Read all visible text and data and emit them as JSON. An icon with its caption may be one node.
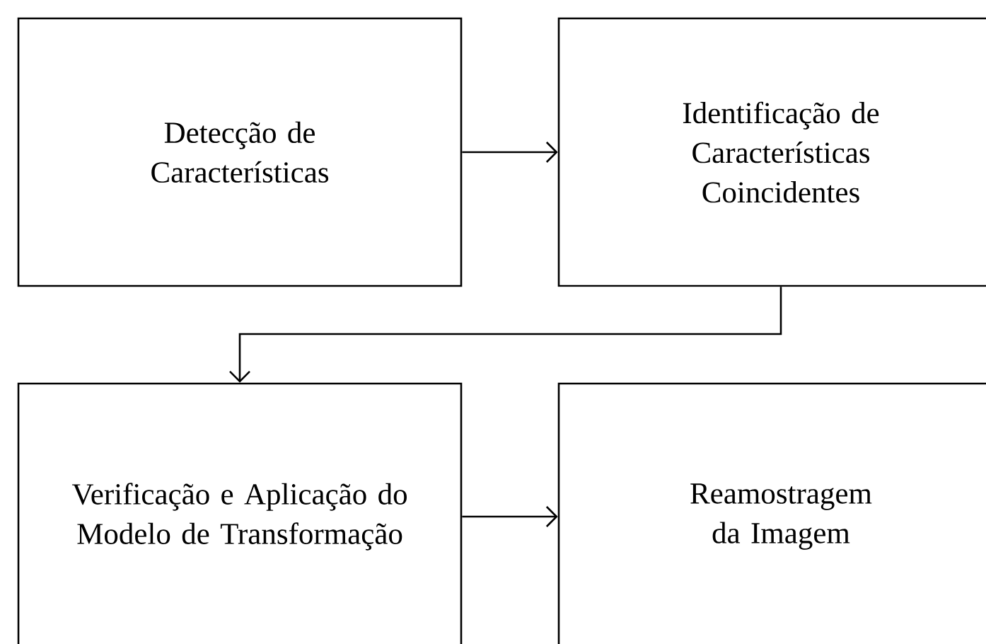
{
  "diagram": {
    "nodes": [
      {
        "text": [
          "Detecção de Características"
        ]
      },
      {
        "text": [
          "Identificação de Características Coincidentes"
        ]
      },
      {
        "text": [
          "Verificação e Aplicação do Modelo de Transformação"
        ]
      },
      {
        "text": [
          "Reamostragem da Imagem"
        ]
      }
    ],
    "edges": [
      {
        "from": 0,
        "to": 1,
        "arrow": "to"
      },
      {
        "from": 1,
        "to": 2,
        "arrow": "to"
      },
      {
        "from": 2,
        "to": 3,
        "arrow": "to"
      }
    ]
  }
}
